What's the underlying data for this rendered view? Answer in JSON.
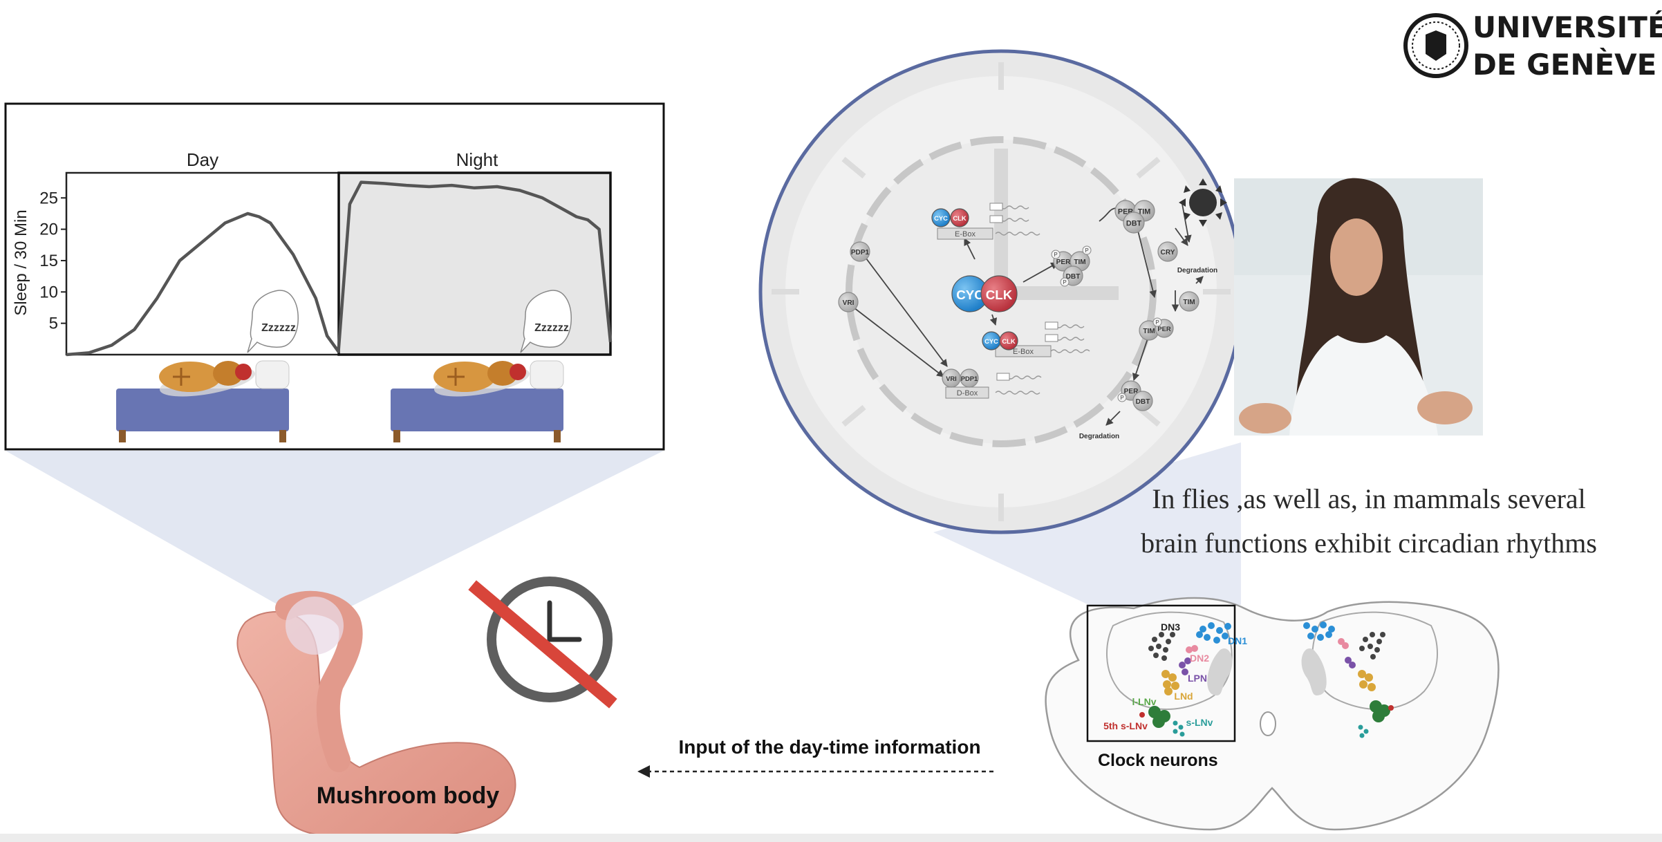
{
  "logo": {
    "line1": "UNIVERSITÉ",
    "line2": "DE GENÈVE"
  },
  "caption": {
    "line1": "In flies ,as well as, in mammals several",
    "line2": "brain functions exhibit circadian rhythms"
  },
  "chart_data": {
    "type": "line",
    "panels": [
      "Day",
      "Night"
    ],
    "ylabel": "Sleep / 30 Min",
    "yticks": [
      5,
      10,
      15,
      20,
      25
    ],
    "ylim": [
      0,
      29
    ],
    "xlim": [
      0,
      48
    ],
    "series": [
      {
        "x": [
          0,
          2,
          4,
          6,
          8,
          10,
          12,
          14,
          16,
          17,
          18,
          20,
          22,
          23,
          24,
          25,
          26,
          28,
          30,
          32,
          34,
          36,
          38,
          40,
          42,
          44,
          45,
          46,
          47,
          48
        ],
        "values": [
          0,
          0.3,
          1.5,
          4,
          9,
          15,
          18,
          21,
          22.5,
          22,
          21,
          16,
          9,
          3,
          0.5,
          24,
          27.5,
          27.3,
          27,
          26.8,
          27,
          26.6,
          26.8,
          26.2,
          25,
          23,
          22,
          21.5,
          20,
          2
        ]
      }
    ],
    "bubbles": [
      "Zzzzzz",
      "Zzzzzz"
    ]
  },
  "clock_diagram": {
    "proteins": [
      "CYC",
      "CLK",
      "CYC",
      "CLK",
      "CYC",
      "CLK",
      "PER",
      "TIM",
      "DBT",
      "PER",
      "TIM",
      "DBT",
      "PER",
      "TIM",
      "DBT",
      "CRY",
      "TIM",
      "PER",
      "PDP1",
      "VRI",
      "VRI",
      "PDP1"
    ],
    "boxes": [
      "E-Box",
      "E-Box",
      "D-Box"
    ],
    "phospho": [
      "P",
      "P",
      "P",
      "P",
      "P"
    ],
    "degradation": [
      "Degradation",
      "Degradation"
    ]
  },
  "brain": {
    "labels": [
      "DN3",
      "DN1",
      "DN2",
      "LPN",
      "LNd",
      "l-LNv",
      "5th s-LNv",
      "s-LNv"
    ],
    "caption": "Clock neurons"
  },
  "arrow_label": "Input of the day-time information",
  "mushroom_label": "Mushroom body",
  "colors": {
    "clk_red": "#c9414b",
    "cyc_blue": "#2b8fd6",
    "bed_blue": "#6875b3",
    "mushroom": "#e9a89a",
    "no_sign": "#d8453a",
    "projection": "#dde3f0"
  }
}
